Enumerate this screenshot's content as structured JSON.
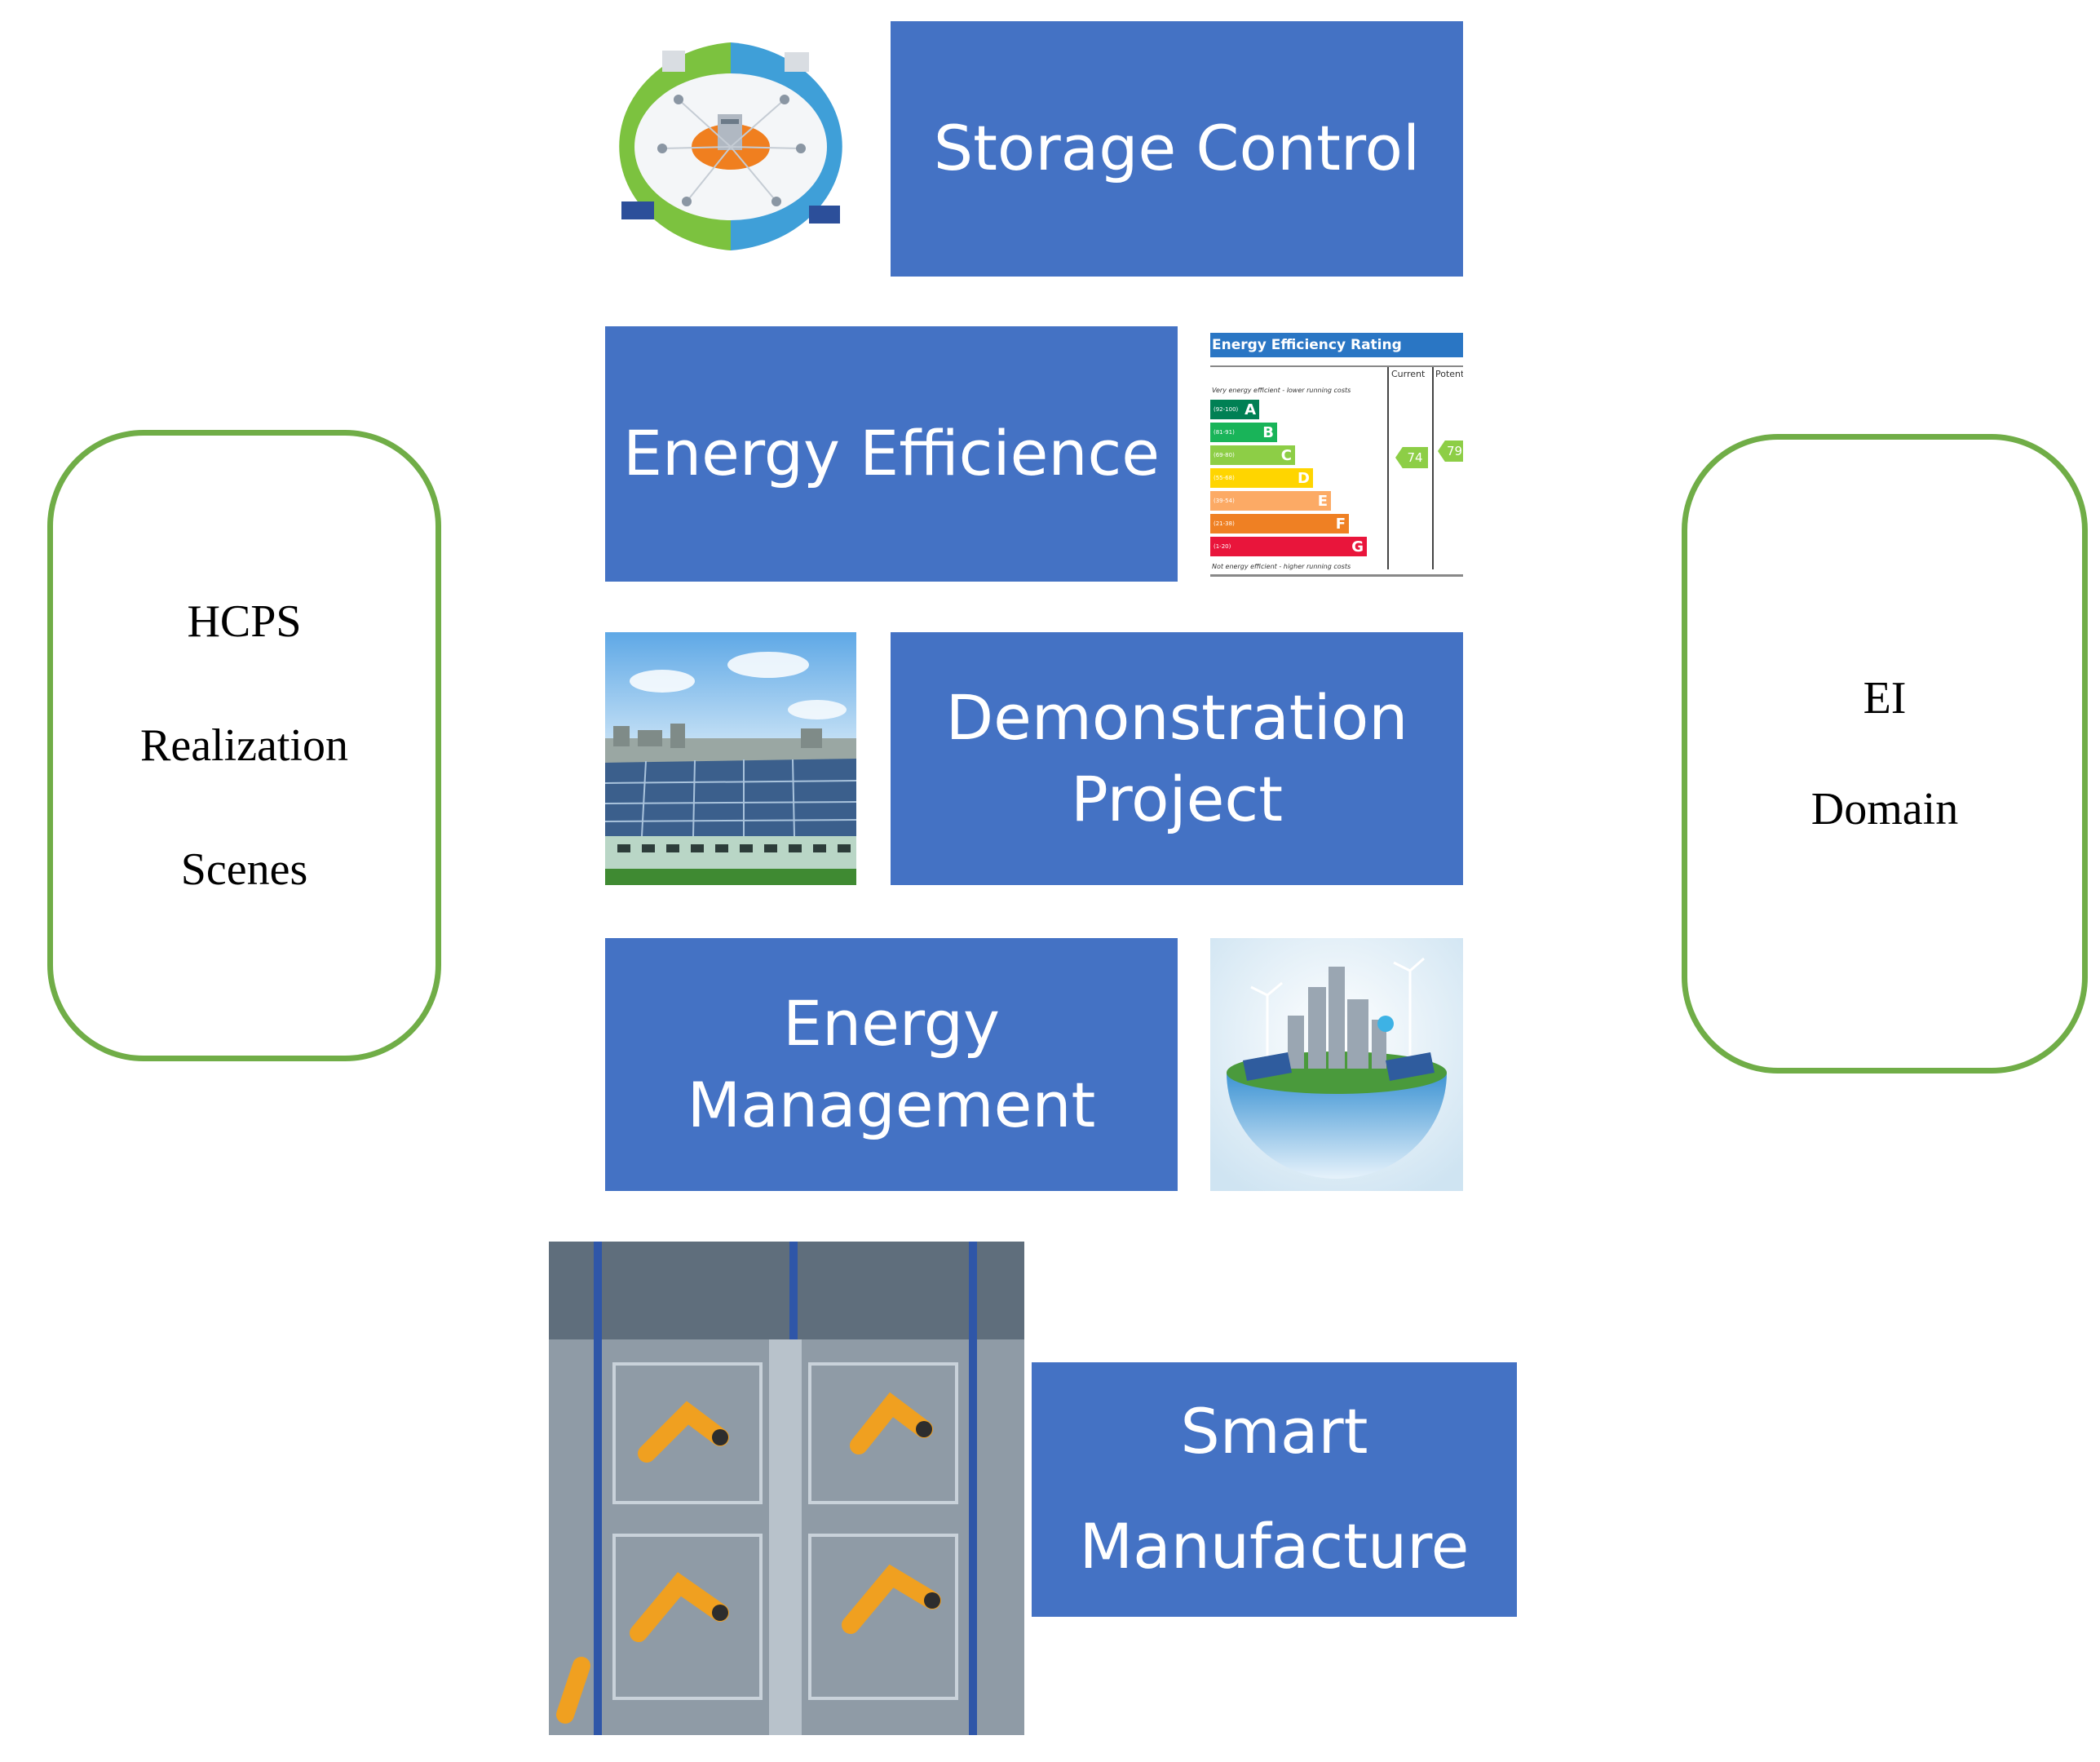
{
  "left_panel": {
    "lines": [
      "HCPS",
      "Realization",
      "Scenes"
    ]
  },
  "right_panel": {
    "lines": [
      "EI",
      "Domain"
    ]
  },
  "boxes": {
    "storage_control": {
      "lines": [
        "Storage Control"
      ]
    },
    "energy_efficience": {
      "lines": [
        "Energy Efficience"
      ]
    },
    "demonstration_project": {
      "lines": [
        "Demonstration",
        "Project"
      ]
    },
    "energy_management": {
      "lines": [
        "Energy",
        "Management"
      ]
    },
    "smart_manufacture": {
      "lines": [
        "Smart",
        "Manufacture"
      ]
    }
  },
  "efficiency_rating": {
    "title": "Energy Efficiency Rating",
    "col_current": "Current",
    "col_potential": "Potential",
    "top_note": "Very energy efficient - lower running costs",
    "bottom_note": "Not energy efficient - higher running costs",
    "bands": [
      {
        "range": "(92-100)",
        "letter": "A",
        "color": "#008054"
      },
      {
        "range": "(81-91)",
        "letter": "B",
        "color": "#19b459"
      },
      {
        "range": "(69-80)",
        "letter": "C",
        "color": "#8dce46"
      },
      {
        "range": "(55-68)",
        "letter": "D",
        "color": "#ffd500"
      },
      {
        "range": "(39-54)",
        "letter": "E",
        "color": "#fcaa65"
      },
      {
        "range": "(21-38)",
        "letter": "F",
        "color": "#ef8023"
      },
      {
        "range": "(1-20)",
        "letter": "G",
        "color": "#e9153b"
      }
    ],
    "current_value": "74",
    "potential_value": "79"
  },
  "colors": {
    "box": "#4472c4",
    "panel_border": "#70ad47"
  }
}
